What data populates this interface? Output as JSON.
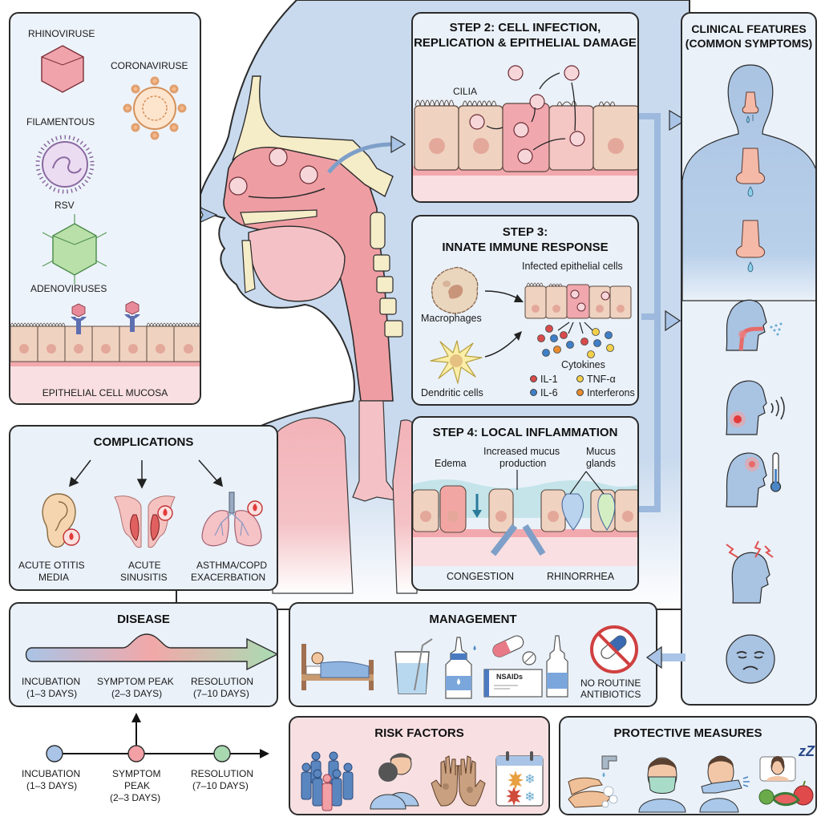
{
  "viruses_panel": {
    "labels": [
      "RHINOVIRUSE",
      "CORONAVIRUSE",
      "FILAMENTOUS",
      "RSV",
      "ADENOVIRUSES"
    ],
    "mucosa_label": "EPITHELIAL CELL MUCOSA"
  },
  "step2": {
    "title_line1": "STEP 2: CELL INFECTION,",
    "title_line2": "REPLICATION & EPITHELIAL DAMAGE",
    "cilia_label": "CILIA"
  },
  "step3": {
    "title_line1": "STEP 3:",
    "title_line2": "INNATE IMMUNE RESPONSE",
    "infected_label": "Infected epithelial cells",
    "macrophages_label": "Macrophages",
    "dendritic_label": "Dendritic cells",
    "cytokines_label": "Cytokines",
    "legend": [
      {
        "name": "IL-1",
        "color": "#d94b4b"
      },
      {
        "name": "TNF-α",
        "color": "#f2d04a"
      },
      {
        "name": "IL-6",
        "color": "#3f7fc7"
      },
      {
        "name": "Interferons",
        "color": "#e98b2e"
      }
    ]
  },
  "step4": {
    "title": "STEP 4: LOCAL INFLAMMATION",
    "edema_label": "Edema",
    "mucus_prod_line1": "Increased mucus",
    "mucus_prod_line2": "production",
    "glands_line1": "Mucus",
    "glands_line2": "glands",
    "congestion_label": "CONGESTION",
    "rhinorrhea_label": "RHINORRHEA"
  },
  "clinical": {
    "title_line1": "CLINICAL FEATURES",
    "title_line2": "(COMMON SYMPTOMS)",
    "symptom_icons": [
      "runny-nose-icon",
      "nasal-drip-icon",
      "sneezing-nose-icon",
      "sore-throat-cough-icon",
      "hoarse-voice-icon",
      "fever-icon",
      "headache-icon",
      "malaise-icon"
    ]
  },
  "complications": {
    "title": "COMPLICATIONS",
    "items": [
      {
        "line1": "ACUTE OTITIS",
        "line2": "MEDIA"
      },
      {
        "line1": "ACUTE",
        "line2": "SINUSITIS"
      },
      {
        "line1": "ASTHMA/COPD",
        "line2": "EXACERBATION"
      }
    ]
  },
  "disease": {
    "title": "DISEASE",
    "phases": [
      {
        "name": "INCUBATION",
        "duration": "(1–3 DAYS)"
      },
      {
        "name": "SYMPTOM PEAK",
        "duration": "(2–3 DAYS)"
      },
      {
        "name": "RESOLUTION",
        "duration": "(7–10 DAYS)"
      }
    ],
    "gradient_colors": [
      "#a9c4e6",
      "#f2a8a8",
      "#a9dcb3"
    ]
  },
  "timeline": {
    "points": [
      {
        "line1": "INCUBATION",
        "line2": "(1–3 DAYS)",
        "line3": "",
        "color": "#a9c4e6"
      },
      {
        "line1": "SYMPTOM",
        "line2": "PEAK",
        "line3": "(2–3 DAYS)",
        "color": "#f2a0a6"
      },
      {
        "line1": "RESOLUTION",
        "line2": "(7–10 DAYS)",
        "line3": "",
        "color": "#a8d8b0"
      }
    ]
  },
  "management": {
    "title": "MANAGEMENT",
    "nsaids_label": "NSAIDs",
    "no_antibiotics_line1": "NO ROUTINE",
    "no_antibiotics_line2": "ANTIBIOTICS"
  },
  "risk_factors": {
    "title": "RISK FACTORS"
  },
  "protective": {
    "title": "PROTECTIVE MEASURES",
    "sleep_label": "zZ"
  },
  "colors": {
    "panel_bg": "#eaf1f9",
    "risk_bg": "#f7dfe2",
    "tissue_pink": "#ee9ea3",
    "cell_beige": "#f0d2c0",
    "body_blue": "#a9c3e2",
    "arrow_blue": "#a9c4e6"
  }
}
